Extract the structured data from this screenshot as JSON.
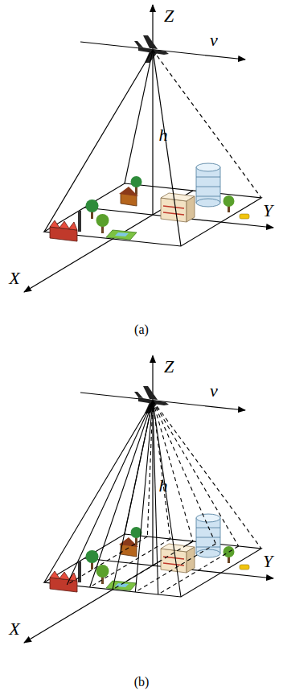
{
  "diagram": {
    "labels": [
      "Z",
      "v",
      "h",
      "Y",
      "X",
      "(a)",
      "Z",
      "v",
      "h",
      "Y",
      "X",
      "(b)"
    ]
  }
}
